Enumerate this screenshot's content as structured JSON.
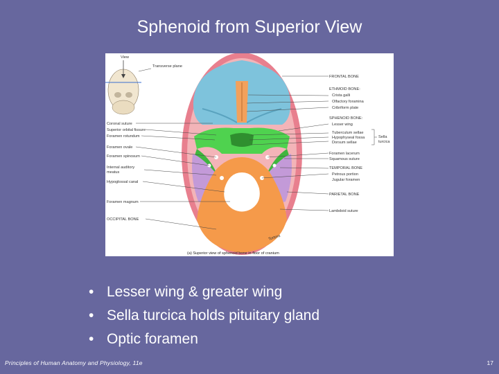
{
  "slide": {
    "title": "Sphenoid from Superior View",
    "bullets": [
      "Lesser wing & greater wing",
      "Sella turcica holds pituitary gland",
      "Optic foramen"
    ],
    "footer": "Principles of Human Anatomy and Physiology, 11e",
    "page_number": "17"
  },
  "figure": {
    "inset": {
      "view": "View",
      "plane": "Transverse plane"
    },
    "left_labels": [
      "Coronal suture",
      "Superior orbital fissure",
      "Foramen rotundum",
      "Foramen ovale",
      "Foramen spinosum",
      "Internal auditory",
      "meatus",
      "Hypoglossal canal",
      "Foramen magnum",
      "OCCIPITAL BONE"
    ],
    "right_labels": [
      "FRONTAL BONE",
      "ETHMOID BONE:",
      "Crista galli",
      "Olfactory foramina",
      "Cribriform plate",
      "SPHENOID BONE:",
      "Lesser wing",
      "Tuberculum sellae",
      "Hypophyseal fossa",
      "Dorsum sellae",
      "Foramen lacerum",
      "Squamous suture",
      "TEMPORAL BONE",
      "Petrous portion",
      "Jugular foramen",
      "PARIETAL BONE",
      "Lambdoid suture"
    ],
    "bracket_label": [
      "Sella",
      "turcica"
    ],
    "caption": "(a) Superior view of sphenoid bone in floor of cranium",
    "signature": "Tortora"
  },
  "colors": {
    "background": "#67679e",
    "frontal": "#7ec3dc",
    "sphenoid": "#4fd24f",
    "temporal": "#c39ad8",
    "parietal": "#e87f8e",
    "occipital": "#f59a4a",
    "ethmoid": "#f2a15c"
  }
}
